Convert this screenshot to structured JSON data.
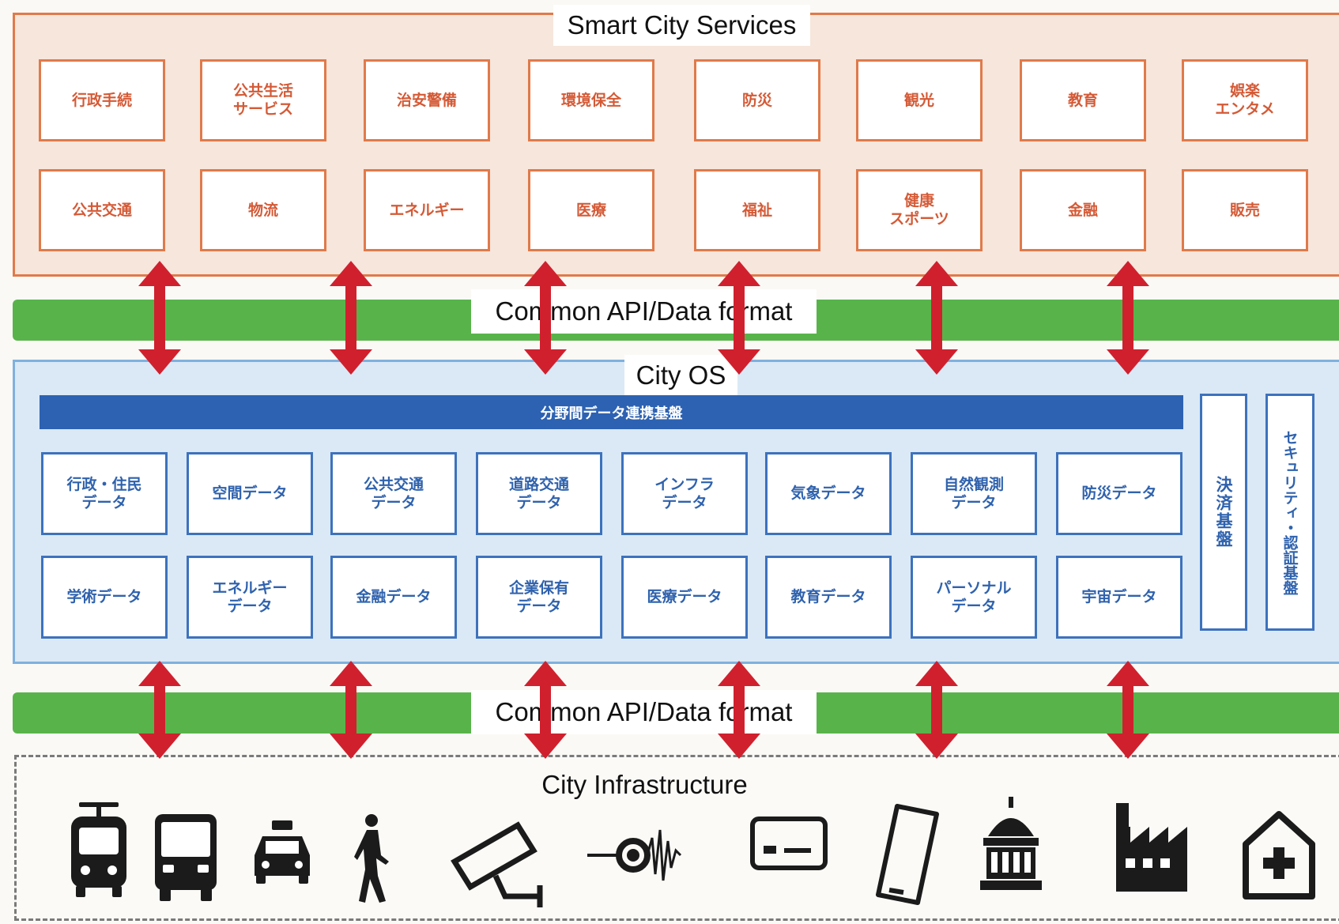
{
  "services": {
    "title": "Smart City Services",
    "row1": [
      "行政手続",
      "公共生活\nサービス",
      "治安警備",
      "環境保全",
      "防災",
      "観光",
      "教育",
      "娯楽\nエンタメ"
    ],
    "row2": [
      "公共交通",
      "物流",
      "エネルギー",
      "医療",
      "福祉",
      "健康\nスポーツ",
      "金融",
      "販売"
    ]
  },
  "api_band_1": "Common API/Data format",
  "city_os": {
    "title": "City OS",
    "hub": "分野間データ連携基盤",
    "row1": [
      "行政・住民\nデータ",
      "空間データ",
      "公共交通\nデータ",
      "道路交通\nデータ",
      "インフラ\nデータ",
      "気象データ",
      "自然観測\nデータ",
      "防災データ"
    ],
    "row2": [
      "学術データ",
      "エネルギー\nデータ",
      "金融データ",
      "企業保有\nデータ",
      "医療データ",
      "教育データ",
      "パーソナル\nデータ",
      "宇宙データ"
    ],
    "payment": "決済基盤",
    "security": "セキュリティ・認証基盤"
  },
  "api_band_2": "Common API/Data format",
  "infrastructure": {
    "title": "City Infrastructure",
    "icons": [
      "tram-icon",
      "bus-icon",
      "taxi-icon",
      "pedestrian-icon",
      "security-camera-icon",
      "sensor-icon",
      "card-icon",
      "smartphone-icon",
      "government-building-icon",
      "factory-icon",
      "hospital-icon"
    ]
  },
  "colors": {
    "service_border": "#e07a4a",
    "os_border": "#3d72bd",
    "api_band": "#58b44a",
    "arrow": "#d0202e"
  }
}
